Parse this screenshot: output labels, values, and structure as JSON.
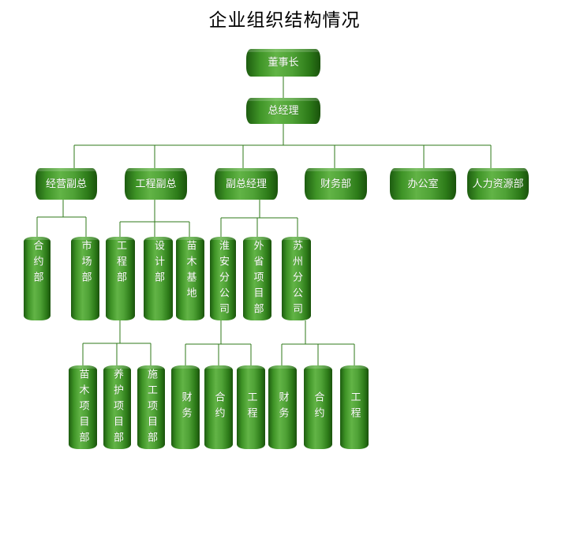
{
  "title": "企业组织结构情况",
  "nodes": {
    "chairman": "董事长",
    "general_manager": "总经理",
    "operations_vp": "经营副总",
    "engineering_vp": "工程副总",
    "deputy_gm": "副总经理",
    "finance_dept": "财务部",
    "office": "办公室",
    "hr_dept": "人力资源部",
    "contract_dept": "合约部",
    "market_dept": "市场部",
    "engineering_dept": "工程部",
    "design_dept": "设计部",
    "nursery_base": "苗木基地",
    "huaian_branch": "淮安分公司",
    "external_project_dept": "外省项目部",
    "suzhou_branch": "苏州分公司",
    "nursery_project_dept": "苗木项目部",
    "maintenance_project_dept": "养护项目部",
    "construction_project_dept": "施工项目部",
    "huaian_finance": "财务",
    "huaian_contract": "合约",
    "huaian_engineering": "工程",
    "suzhou_finance": "财务",
    "suzhou_contract": "合约",
    "suzhou_engineering": "工程"
  },
  "colors": {
    "node_green": "#3e9326",
    "line_green": "#2f7a1a"
  }
}
